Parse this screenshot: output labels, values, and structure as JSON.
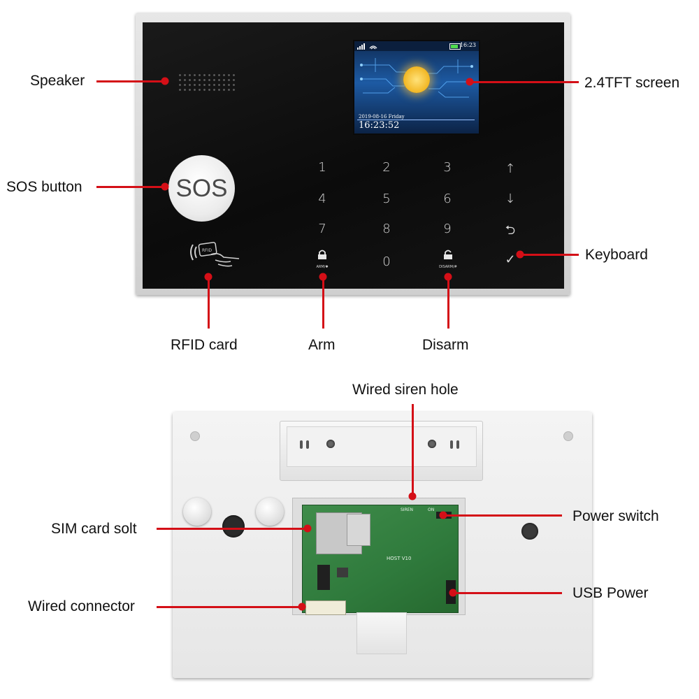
{
  "front_panel": {
    "screen": {
      "status_time": "16:23",
      "date": "2019-08-16 Friday",
      "clock": "16:23:52"
    },
    "sos_label": "SOS",
    "rfid_chip_label": "RFID",
    "keypad": {
      "row1": [
        "1",
        "2",
        "3",
        "↑"
      ],
      "row2": [
        "4",
        "5",
        "6",
        "↓"
      ],
      "row3": [
        "7",
        "8",
        "9",
        "⮌"
      ],
      "row4": [
        "",
        "0",
        "",
        "✓"
      ],
      "arm_sub": "ARM/✱",
      "disarm_sub": "DISARM/#"
    }
  },
  "back_panel": {
    "pcb_text": "HOST V10",
    "pcb_small_text": "SIREN",
    "pcb_small_text2": "ON"
  },
  "callouts": {
    "speaker": "Speaker",
    "screen": "2.4TFT screen",
    "sos_button": "SOS button",
    "keyboard": "Keyboard",
    "rfid_card": "RFID card",
    "arm": "Arm",
    "disarm": "Disarm",
    "wired_siren_hole": "Wired siren hole",
    "sim_card_slot": "SIM card solt",
    "power_switch": "Power switch",
    "wired_connector": "Wired connector",
    "usb_power": "USB Power"
  },
  "colors": {
    "leader_line": "#d40f17",
    "panel_face": "#0d0d0d",
    "case": "#ececec",
    "pcb": "#2f7a3c"
  }
}
